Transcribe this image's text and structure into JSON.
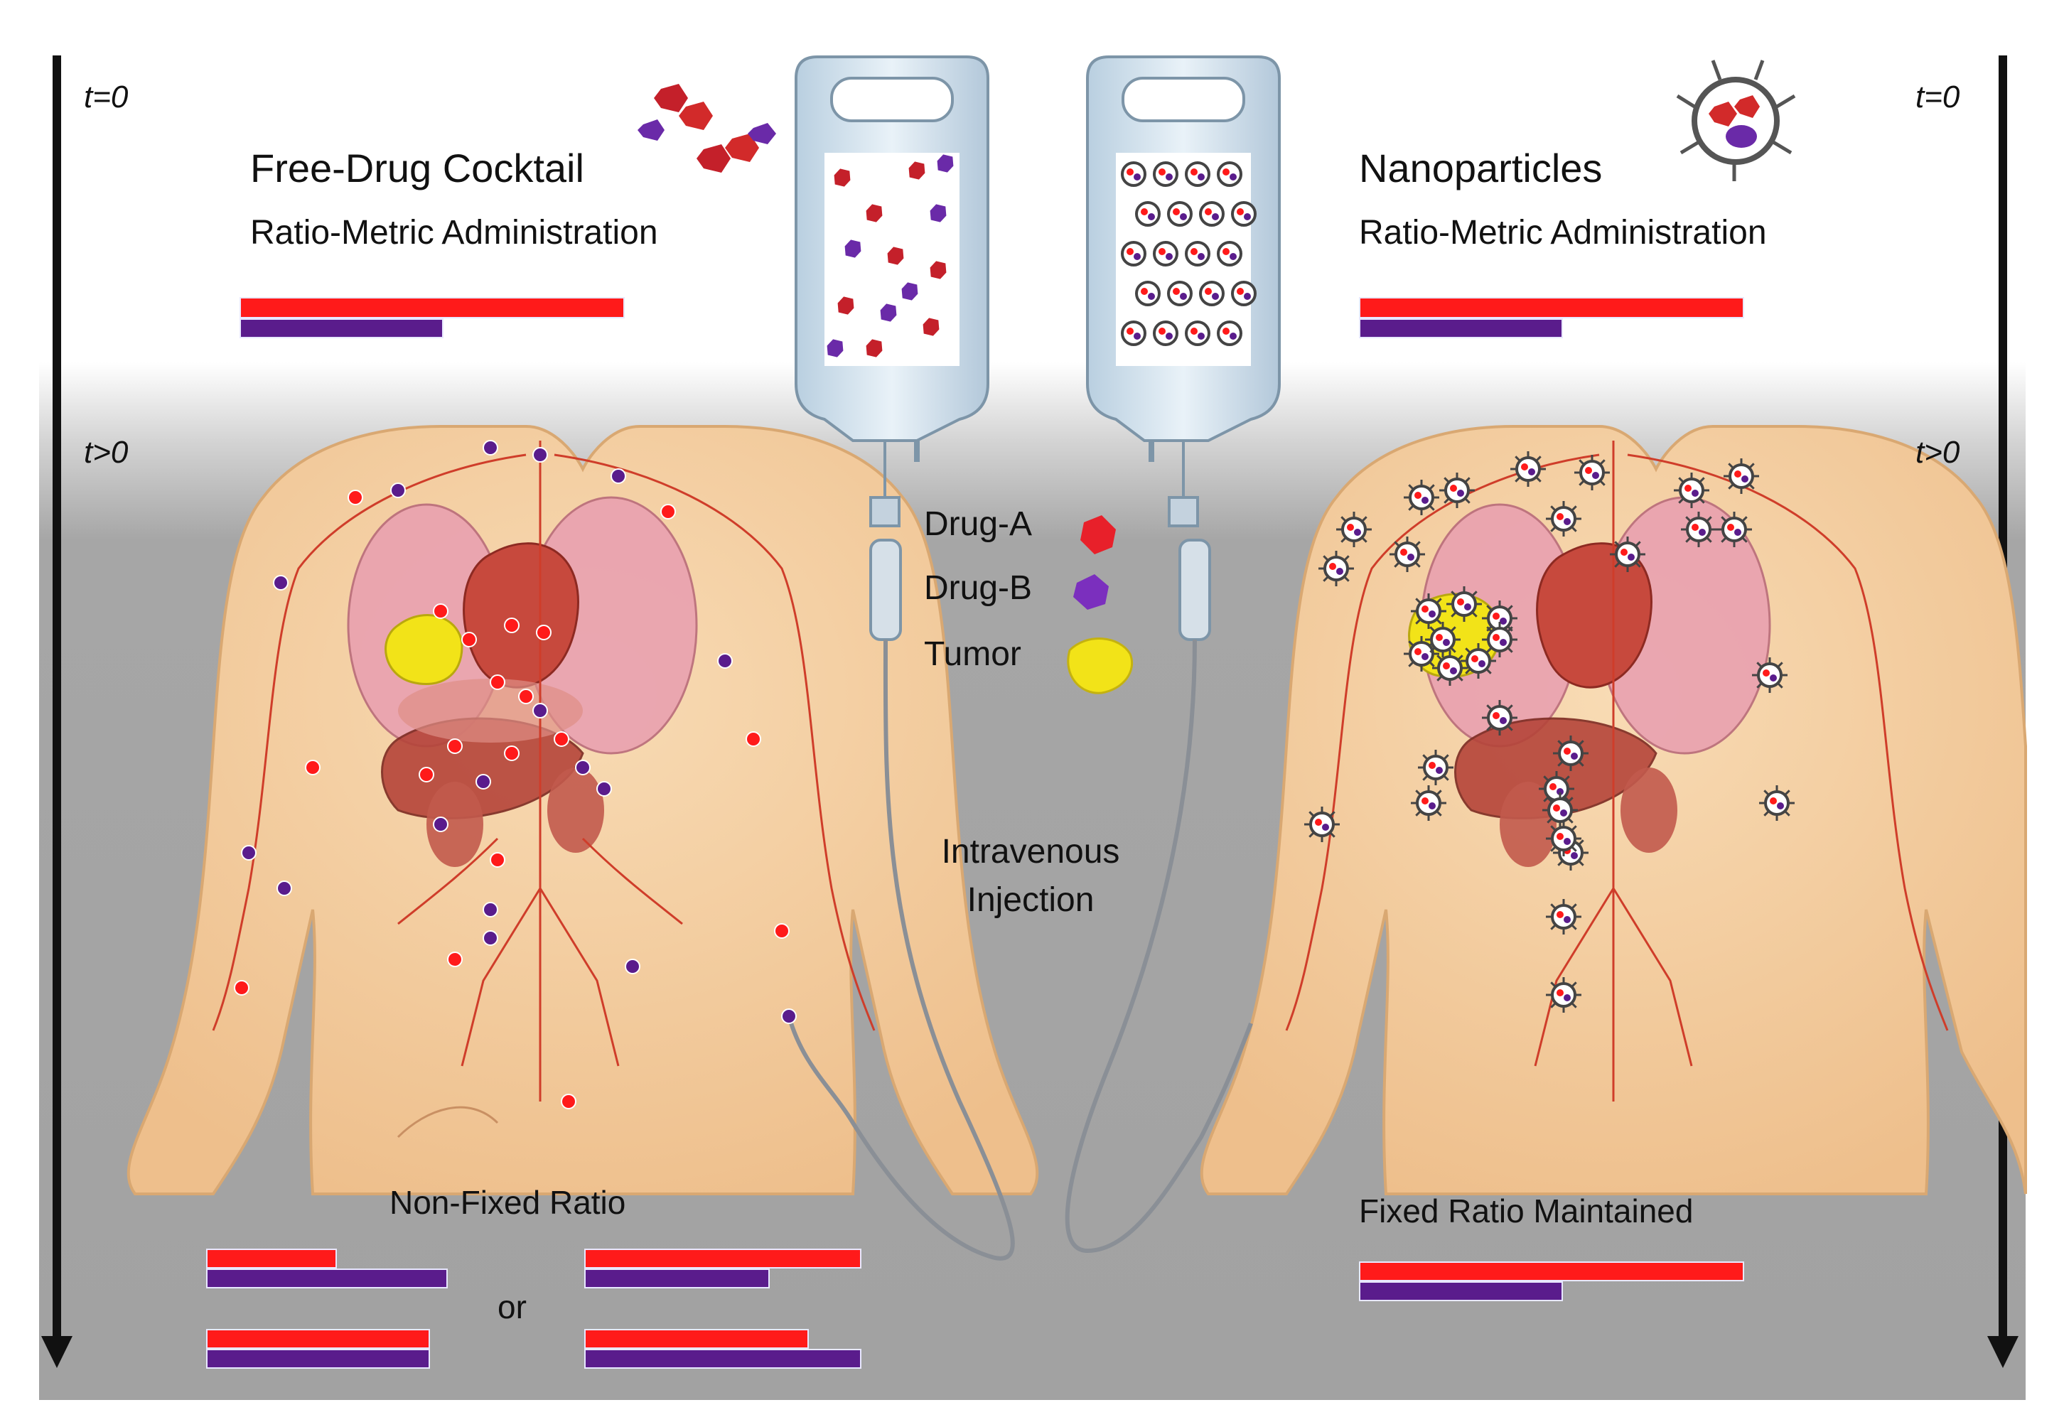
{
  "left_panel": {
    "title": "Free-Drug Cocktail",
    "subtitle": "Ratio-Metric Administration",
    "outcome": "Non-Fixed Ratio",
    "or_text": "or",
    "time_start": "t=0",
    "time_later": "t>0",
    "initial_ratio": {
      "drug_a": 1.0,
      "drug_b": 0.53
    },
    "outcome_ratios": [
      {
        "drug_a": 0.54,
        "drug_b": 1.0
      },
      {
        "drug_a": 1.0,
        "drug_b": 0.67
      },
      {
        "drug_a": 1.0,
        "drug_b": 1.0
      },
      {
        "drug_a": 0.81,
        "drug_b": 1.0
      }
    ]
  },
  "right_panel": {
    "title": "Nanoparticles",
    "subtitle": "Ratio-Metric Administration",
    "outcome": "Fixed Ratio Maintained",
    "time_start": "t=0",
    "time_later": "t>0",
    "initial_ratio": {
      "drug_a": 1.0,
      "drug_b": 0.53
    },
    "final_ratio": {
      "drug_a": 1.0,
      "drug_b": 0.53
    }
  },
  "legend": {
    "items": [
      {
        "label": "Drug-A",
        "icon": "drug-a-icon",
        "color": "#e8202a"
      },
      {
        "label": "Drug-B",
        "icon": "drug-b-icon",
        "color": "#7b2fbe"
      },
      {
        "label": "Tumor",
        "icon": "tumor-icon",
        "color": "#f0e020"
      }
    ]
  },
  "injection": {
    "line1": "Intravenous",
    "line2": "Injection"
  },
  "colors": {
    "drug_a": "#ff1a1a",
    "drug_b": "#5a1c8c",
    "tumor": "#f2e318",
    "skin": "#f3cfa2",
    "vessel": "#d04030"
  }
}
